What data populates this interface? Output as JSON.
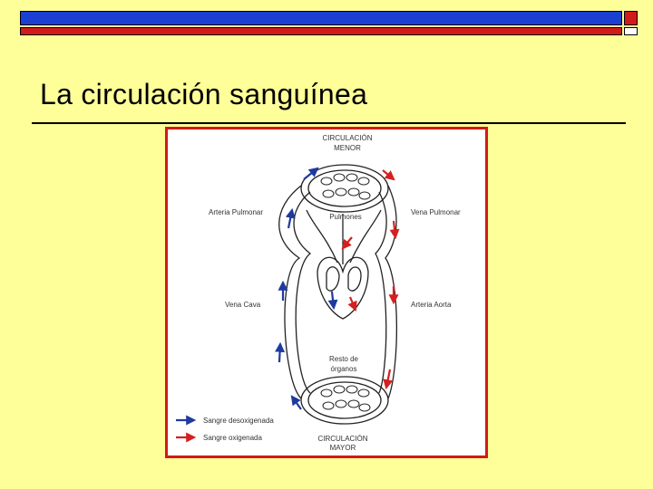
{
  "slide": {
    "title": "La circulación sanguínea"
  },
  "diagram": {
    "top_heading_line1": "CIRCULACIÓN",
    "top_heading_line2": "MENOR",
    "lungs_label": "Pulmones",
    "arteria_pulmonar": "Arteria Pulmonar",
    "vena_pulmonar": "Vena Pulmonar",
    "vena_cava": "Vena Cava",
    "arteria_aorta": "Arteria Aorta",
    "resto_line1": "Resto de",
    "resto_line2": "órganos",
    "bottom_heading_line1": "CIRCULACIÓN",
    "bottom_heading_line2": "MAYOR",
    "legend": [
      {
        "label": "Sangre desoxigenada",
        "color": "#1f3a9e"
      },
      {
        "label": "Sangre oxigenada",
        "color": "#d42020"
      }
    ]
  },
  "colors": {
    "blue_bar": "#1a3fd1",
    "red_bar": "#d11a1a",
    "background": "#ffff99"
  }
}
